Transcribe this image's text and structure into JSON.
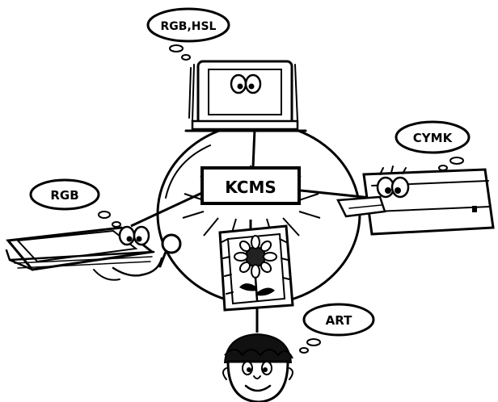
{
  "diagram": {
    "hub": {
      "label": "KCMS"
    },
    "nodes": [
      {
        "id": "monitor",
        "bubble": "RGB,HSL",
        "icon": "monitor-icon"
      },
      {
        "id": "printer",
        "bubble": "CYMK",
        "icon": "printer-icon"
      },
      {
        "id": "scanner",
        "bubble": "RGB",
        "icon": "scanner-icon"
      },
      {
        "id": "artist",
        "bubble": "ART",
        "icon": "artist-icon"
      }
    ],
    "center_image": {
      "icon": "sunflower-picture-icon"
    },
    "colors": {
      "ink": "#000000",
      "paper": "#ffffff"
    }
  }
}
